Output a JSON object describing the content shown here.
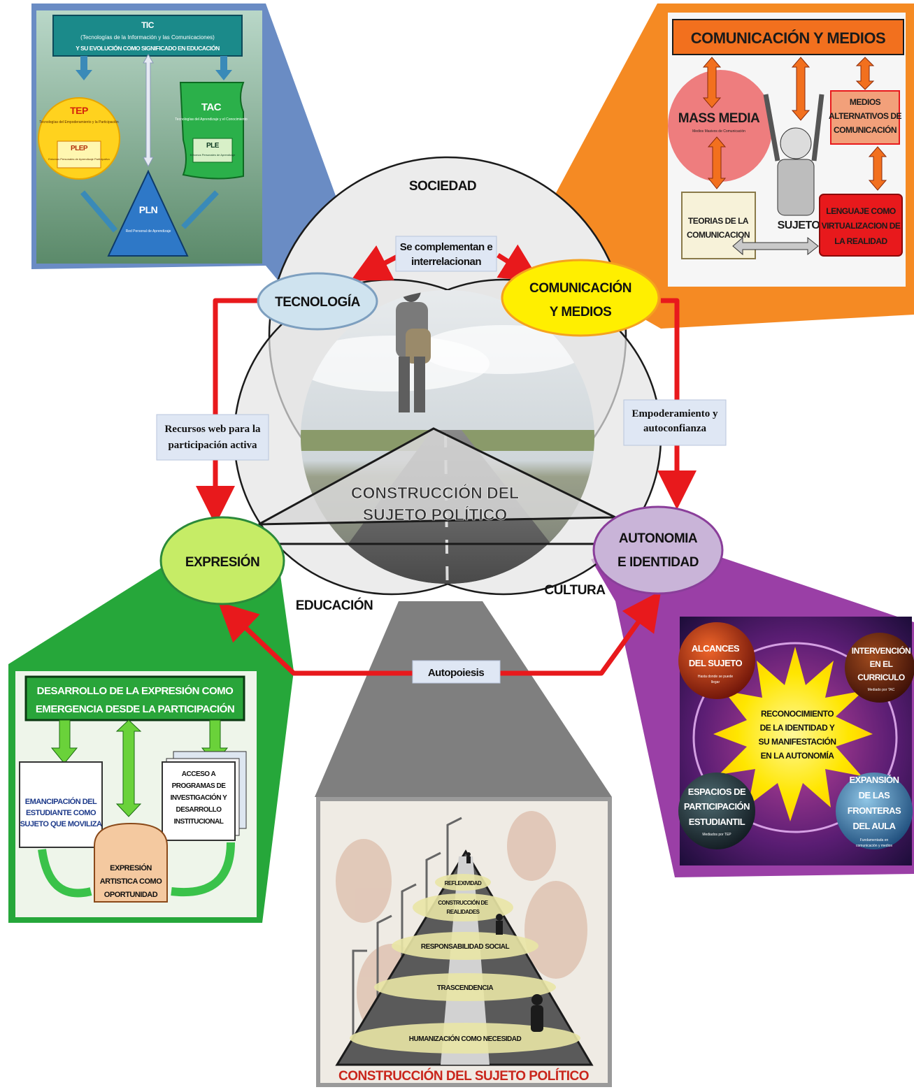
{
  "center": {
    "circles": {
      "top": "SOCIEDAD",
      "left": "EDUCACIÓN",
      "right": "CULTURA"
    },
    "title_line1": "CONSTRUCCIÓN DEL",
    "title_line2": "SUJETO POLÍTICO"
  },
  "nodes": {
    "tecnologia": "TECNOLOGÍA",
    "comunicacion_line1": "COMUNICACIÓN",
    "comunicacion_line2": "Y MEDIOS",
    "expresion": "EXPRESIÓN",
    "autonomia_line1": "AUTONOMIA",
    "autonomia_line2": "E IDENTIDAD"
  },
  "links": {
    "top_line1": "Se complementan e",
    "top_line2": "interrelacionan",
    "left_line1": "Recursos web para la",
    "left_line2": "participación activa",
    "right_line1": "Empoderamiento y",
    "right_line2": "autoconfianza",
    "bottom": "Autopoiesis"
  },
  "panel_tic": {
    "header_line1": "TIC",
    "header_line2": "(Tecnologías de la Información y las Comunicaciones)",
    "header_line3": "Y SU EVOLUCIÓN COMO SIGNIFICADO EN EDUCACIÓN",
    "tep_title": "TEP",
    "tep_sub": "Tecnologías del Empoderamiento y la Participación",
    "plep_title": "PLEP",
    "plep_sub": "Entornos Personales de Aprendizaje Participativo",
    "tac_title": "TAC",
    "tac_sub": "Tecnologías del Aprendizaje y el Conocimiento",
    "ple_title": "PLE",
    "ple_sub": "Entornos Personales de Aprendizaje",
    "pln_title": "PLN",
    "pln_sub": "Red Personal de Aprendizaje"
  },
  "panel_com": {
    "header": "COMUNICACIÓN Y MEDIOS",
    "mass_media": "MASS MEDIA",
    "mass_media_sub": "Medios Masivos de Comunicación",
    "alt_line1": "MEDIOS",
    "alt_line2": "ALTERNATIVOS DE",
    "alt_line3": "COMUNICACIÓN",
    "teorias_line1": "TEORIAS DE LA",
    "teorias_line2": "COMUNICACION",
    "sujeto": "SUJETO",
    "lenguaje_line1": "LENGUAJE COMO",
    "lenguaje_line2": "VIRTUALIZACION DE",
    "lenguaje_line3": "LA REALIDAD"
  },
  "panel_exp": {
    "header_line1": "DESARROLLO DE LA EXPRESIÓN COMO",
    "header_line2": "EMERGENCIA DESDE LA PARTICIPACIÓN",
    "left_line1": "EMANCIPACIÓN DEL",
    "left_line2": "ESTUDIANTE COMO",
    "left_line3": "SUJETO QUE MOVILIZA",
    "right_line1": "ACCESO A",
    "right_line2": "PROGRAMAS DE",
    "right_line3": "INVESTIGACIÓN Y",
    "right_line4": "DESARROLLO",
    "right_line5": "INSTITUCIONAL",
    "bottom_line1": "EXPRESIÓN",
    "bottom_line2": "ARTISTICA COMO",
    "bottom_line3": "OPORTUNIDAD"
  },
  "panel_aut": {
    "center_line1": "RECONOCIMIENTO",
    "center_line2": "DE LA IDENTIDAD Y",
    "center_line3": "SU MANIFESTACIÓN",
    "center_line4": "EN LA AUTONOMÍA",
    "tl_line1": "ALCANCES",
    "tl_line2": "DEL SUJETO",
    "tl_sub1": "Hasta donde se puede",
    "tl_sub2": "llegar",
    "tr_line1": "INTERVENCIÓN",
    "tr_line2": "EN EL",
    "tr_line3": "CURRICULO",
    "tr_sub": "Mediado por TAC",
    "bl_line1": "ESPACIOS DE",
    "bl_line2": "PARTICIPACIÓN",
    "bl_line3": "ESTUDIANTIL",
    "bl_sub": "Mediados por TEP",
    "br_line1": "EXPANSIÓN",
    "br_line2": "DE LAS",
    "br_line3": "FRONTERAS",
    "br_line4": "DEL AULA",
    "br_sub1": "Fundamentada en",
    "br_sub2": "comunicación y medios"
  },
  "panel_pyr": {
    "levels": [
      "REFLEXIVIDAD",
      "CONSTRUCCIÓN DE",
      "REALIDADES",
      "RESPONSABILIDAD SOCIAL",
      "TRASCENDENCIA",
      "HUMANIZACIÓN COMO NECESIDAD"
    ],
    "footer": "CONSTRUCCIÓN DEL SUJETO POLÍTICO"
  },
  "colors": {
    "blue_panel": "#6a8cc4",
    "orange_panel": "#f58a23",
    "green_panel": "#26a73a",
    "purple_panel": "#9a3fa6",
    "gray_panel": "#7f7f7f",
    "arrow_red": "#e8191c"
  }
}
